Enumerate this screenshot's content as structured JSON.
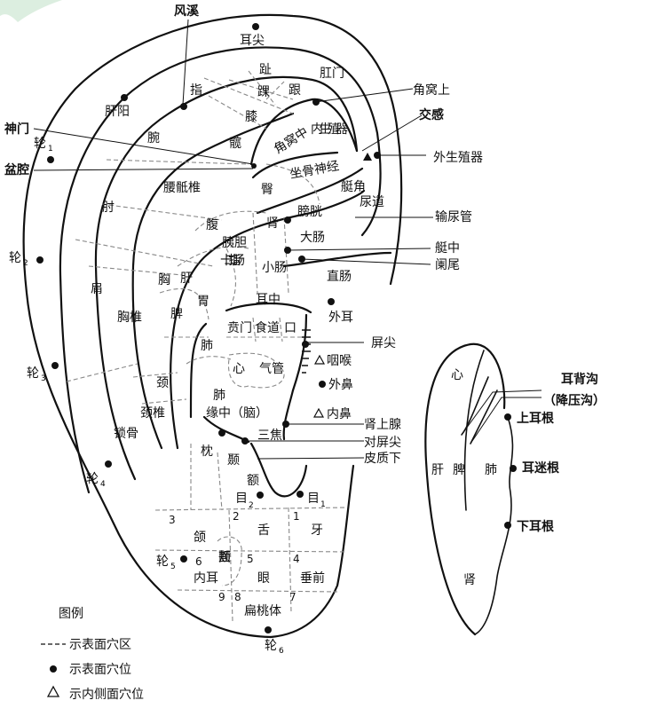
{
  "legend": {
    "title": "图例",
    "items": [
      "示表面穴区",
      "示表面穴位",
      "示内侧面穴位"
    ]
  },
  "front": {
    "fengxi": "风溪",
    "erjian": "耳尖",
    "zhi_toe": "趾",
    "gen": "跟",
    "huai": "踝",
    "xi": "膝",
    "gangmen": "肛门",
    "jiaowoshang": "角窝上",
    "ganyang": "肝阳",
    "zhi_finger": "指",
    "kuan": "髋",
    "jiaowozhong": "角窝中",
    "neishengzhiqi": "内生殖器",
    "jiaogan": "交感",
    "shenmen": "神门",
    "wan": "腕",
    "waishengzhiqi": "外生殖器",
    "lun1": "轮",
    "lun1_sub": "1",
    "penqiang": "盆腔",
    "yaodizhui": "腰骶椎",
    "zuogushenjing": "坐骨神经",
    "tun": "臀",
    "tingjiao": "艇角",
    "zhou": "肘",
    "niaodao": "尿道",
    "fu": "腹",
    "shen": "肾",
    "pangguang": "膀胱",
    "shuniaoguan": "输尿管",
    "yidan": "胰胆",
    "dachang": "大肠",
    "lun2": "轮",
    "lun2_sub": "2",
    "tingzhong": "艇中",
    "shierzhichang": "十二指肠",
    "xiaochang": "小肠",
    "lanwei": "阑尾",
    "xiong": "胸",
    "gan": "肝",
    "jian": "肩",
    "zhichang": "直肠",
    "wei": "胃",
    "erzhong": "耳中",
    "xiongzhui": "胸椎",
    "pi": "脾",
    "benmen": "贲门",
    "shidao": "食道",
    "kou": "口",
    "waier": "外耳",
    "fei_upper": "肺",
    "pingjian": "屏尖",
    "xin": "心",
    "qiguan": "气管",
    "yanhou": "咽喉",
    "lun3": "轮",
    "lun3_sub": "3",
    "waibi": "外鼻",
    "jing": "颈",
    "fei_lower": "肺",
    "yuanzhong": "缘中（脑）",
    "jingzhui": "颈椎",
    "neibi": "内鼻",
    "shenshangxian": "肾上腺",
    "sanjiao": "三焦",
    "duipingjian": "对屏尖",
    "suogu": "锁骨",
    "zhen": "枕",
    "nie": "颞",
    "pizhixia": "皮质下",
    "e": "额",
    "lun4": "轮",
    "lun4_sub": "4",
    "mu2": "目",
    "mu2_sub": "2",
    "mu1": "目",
    "mu1_sub": "1",
    "n1": "1",
    "n2": "2",
    "n3": "3",
    "n4": "4",
    "n5": "5",
    "n6": "6",
    "n7": "7",
    "n8": "8",
    "n9": "9",
    "han": "颌",
    "she": "舌",
    "ya": "牙",
    "mianjia": "面颊",
    "lun5": "轮",
    "lun5_sub": "5",
    "neier": "内耳",
    "yan": "眼",
    "chuiqian": "垂前",
    "biantaoti": "扁桃体",
    "lun6": "轮",
    "lun6_sub": "6"
  },
  "back": {
    "xin": "心",
    "erbeigou": "耳背沟",
    "jiangyagou": "（降压沟）",
    "shangergen": "上耳根",
    "gan": "肝",
    "pi": "脾",
    "fei": "肺",
    "ermigen": "耳迷根",
    "xiaergen": "下耳根",
    "shen": "肾"
  }
}
